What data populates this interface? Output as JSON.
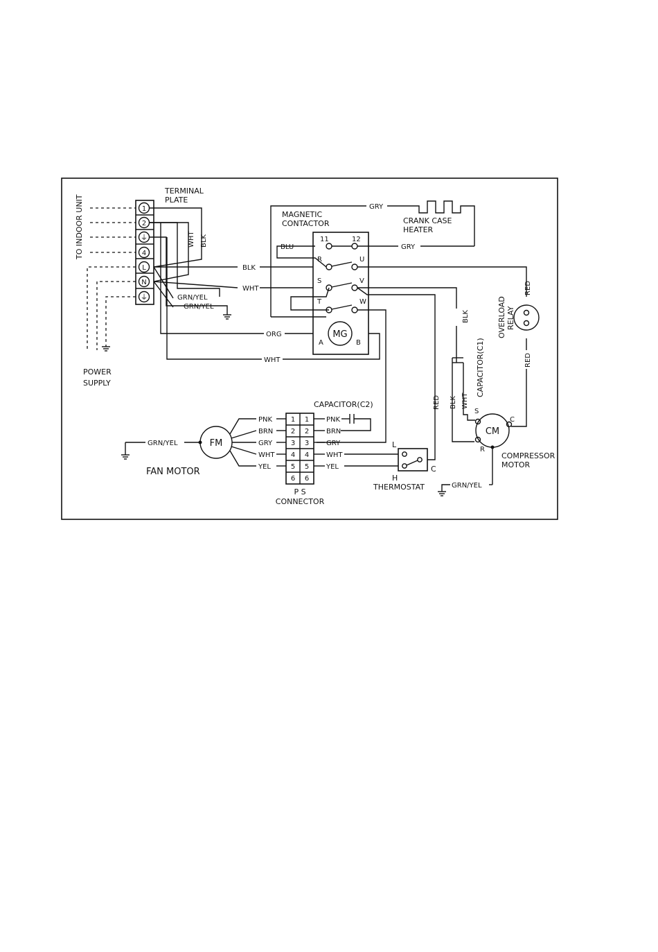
{
  "terminal_plate": {
    "title_line1": "TERMINAL",
    "title_line2": "PLATE",
    "terminals": [
      "1",
      "2",
      "⏚",
      "4",
      "L",
      "N",
      "⏚"
    ]
  },
  "indoor_unit_label": "TO INDOOR UNIT",
  "power_supply": {
    "line1": "POWER",
    "line2": "SUPPLY"
  },
  "magnetic_contactor": {
    "title_line1": "MAGNETIC",
    "title_line2": "CONTACTOR",
    "terminals": [
      "11",
      "12",
      "R",
      "U",
      "S",
      "V",
      "T",
      "W",
      "A",
      "B"
    ],
    "coil_label": "MG"
  },
  "crank_case_heater": {
    "line1": "CRANK CASE",
    "line2": "HEATER"
  },
  "overload_relay": {
    "line1": "OVERLOAD",
    "line2": "RELAY"
  },
  "capacitor_c1": "CAPACITOR(C1)",
  "capacitor_c2": "CAPACITOR(C2)",
  "compressor": {
    "label": "CM",
    "line1": "COMPRESSOR",
    "line2": "MOTOR",
    "terminal_s": "S",
    "terminal_c": "C",
    "terminal_r": "R"
  },
  "fan_motor": {
    "label": "FM",
    "caption": "FAN MOTOR"
  },
  "ps_connector": {
    "line1": "P   S",
    "line2": "CONNECTOR",
    "pins": [
      "1",
      "2",
      "3",
      "4",
      "5",
      "6"
    ]
  },
  "thermostat": {
    "label": "THERMOSTAT",
    "terminal_l": "L",
    "terminal_c": "C",
    "terminal_h": "H"
  },
  "wire_labels": {
    "blk": "BLK",
    "wht": "WHT",
    "gry": "GRY",
    "blu": "BLU",
    "org": "ORG",
    "red": "RED",
    "grn_yel": "GRN/YEL",
    "pnk": "PNK",
    "brn": "BRN",
    "yel": "YEL"
  }
}
